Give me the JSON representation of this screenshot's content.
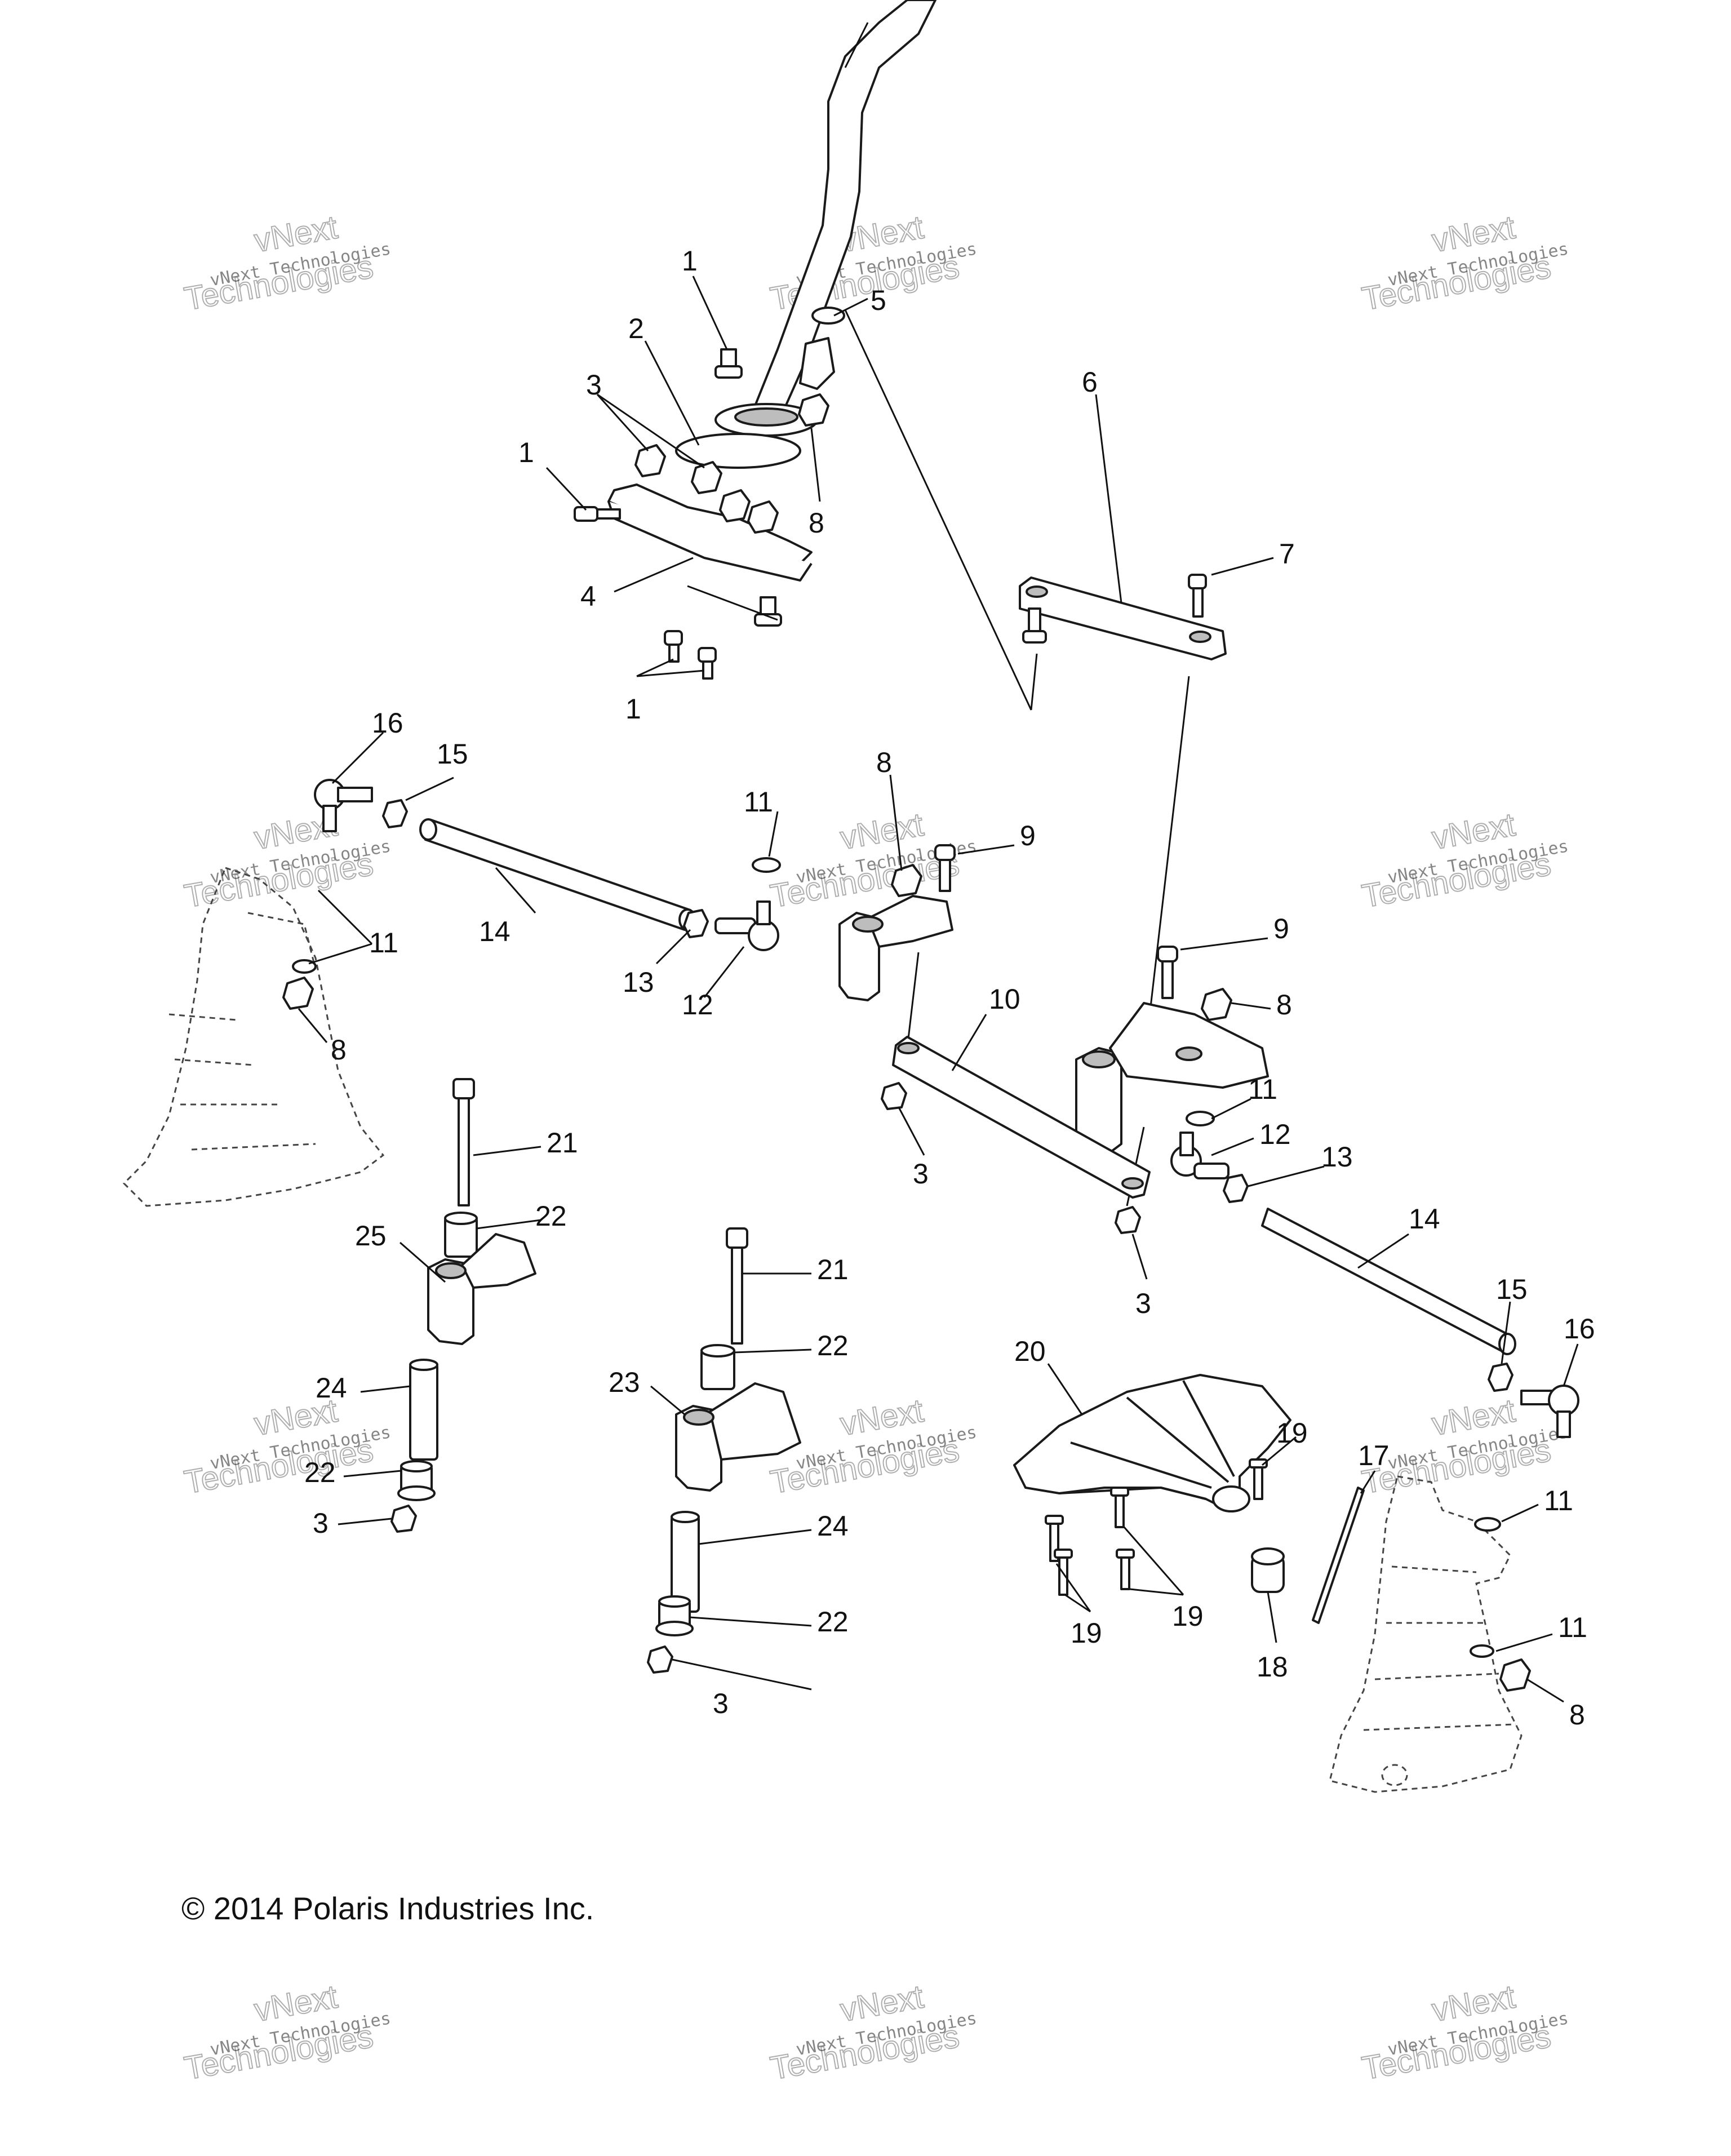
{
  "copyright": "© 2014 Polaris Industries Inc.",
  "watermark": {
    "line1": "vNext Technologies",
    "ghost_line1": "vNext",
    "ghost_line2": "Technologies"
  },
  "callouts": [
    {
      "id": "c1a",
      "label": "1"
    },
    {
      "id": "c1b",
      "label": "1"
    },
    {
      "id": "c1c",
      "label": "1"
    },
    {
      "id": "c2",
      "label": "2"
    },
    {
      "id": "c3a",
      "label": "3"
    },
    {
      "id": "c3b",
      "label": "3"
    },
    {
      "id": "c3c",
      "label": "3"
    },
    {
      "id": "c3d",
      "label": "3"
    },
    {
      "id": "c3e",
      "label": "3"
    },
    {
      "id": "c4",
      "label": "4"
    },
    {
      "id": "c5",
      "label": "5"
    },
    {
      "id": "c6",
      "label": "6"
    },
    {
      "id": "c7",
      "label": "7"
    },
    {
      "id": "c8a",
      "label": "8"
    },
    {
      "id": "c8b",
      "label": "8"
    },
    {
      "id": "c8c",
      "label": "8"
    },
    {
      "id": "c8d",
      "label": "8"
    },
    {
      "id": "c8e",
      "label": "8"
    },
    {
      "id": "c9a",
      "label": "9"
    },
    {
      "id": "c9b",
      "label": "9"
    },
    {
      "id": "c10",
      "label": "10"
    },
    {
      "id": "c11a",
      "label": "11"
    },
    {
      "id": "c11b",
      "label": "11"
    },
    {
      "id": "c11c",
      "label": "11"
    },
    {
      "id": "c11d",
      "label": "11"
    },
    {
      "id": "c11e",
      "label": "11"
    },
    {
      "id": "c12a",
      "label": "12"
    },
    {
      "id": "c12b",
      "label": "12"
    },
    {
      "id": "c13a",
      "label": "13"
    },
    {
      "id": "c13b",
      "label": "13"
    },
    {
      "id": "c14a",
      "label": "14"
    },
    {
      "id": "c14b",
      "label": "14"
    },
    {
      "id": "c15a",
      "label": "15"
    },
    {
      "id": "c15b",
      "label": "15"
    },
    {
      "id": "c16a",
      "label": "16"
    },
    {
      "id": "c16b",
      "label": "16"
    },
    {
      "id": "c17",
      "label": "17"
    },
    {
      "id": "c18",
      "label": "18"
    },
    {
      "id": "c19a",
      "label": "19"
    },
    {
      "id": "c19b",
      "label": "19"
    },
    {
      "id": "c19c",
      "label": "19"
    },
    {
      "id": "c20",
      "label": "20"
    },
    {
      "id": "c21a",
      "label": "21"
    },
    {
      "id": "c21b",
      "label": "21"
    },
    {
      "id": "c22a",
      "label": "22"
    },
    {
      "id": "c22b",
      "label": "22"
    },
    {
      "id": "c22c",
      "label": "22"
    },
    {
      "id": "c22d",
      "label": "22"
    },
    {
      "id": "c23",
      "label": "23"
    },
    {
      "id": "c24a",
      "label": "24"
    },
    {
      "id": "c24b",
      "label": "24"
    },
    {
      "id": "c25",
      "label": "25"
    }
  ]
}
